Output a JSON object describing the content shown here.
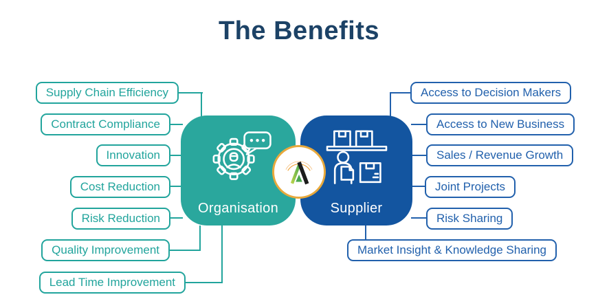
{
  "title": "The Benefits",
  "colors": {
    "teal": "#2AA79D",
    "blue": "#1355A0",
    "teal_accent": "#21A49C",
    "blue_accent": "#2160AC",
    "navy_title": "#1C4266",
    "gold_ring": "#E8A93C",
    "logo_green": "#57B14E",
    "logo_black": "#1C1C1C",
    "logo_orange": "#F0A43C"
  },
  "organisation": {
    "label": "Organisation",
    "icon": "gear-person-chat-icon",
    "benefits": [
      "Supply Chain Efficiency",
      "Contract Compliance",
      "Innovation",
      "Cost Reduction",
      "Risk Reduction",
      "Quality Improvement",
      "Lead Time Improvement"
    ]
  },
  "supplier": {
    "label": "Supplier",
    "icon": "warehouse-person-boxes-icon",
    "benefits": [
      "Access to Decision Makers",
      "Access to New Business",
      "Sales / Revenue Growth",
      "Joint Projects",
      "Risk Sharing",
      "Market Insight & Knowledge Sharing"
    ]
  },
  "hub": {
    "icon": "brand-logo-icon"
  }
}
